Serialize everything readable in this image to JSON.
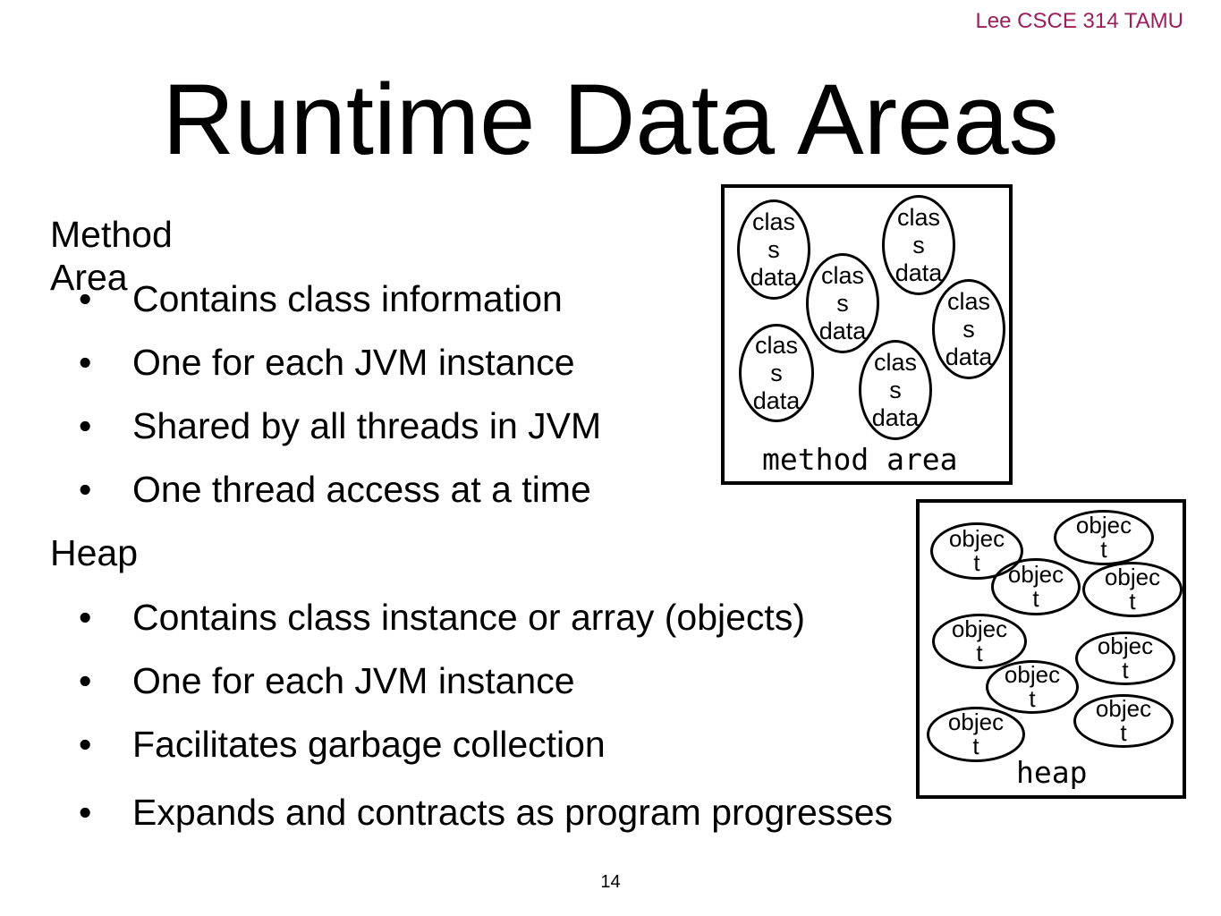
{
  "header": {
    "course": "Lee CSCE 314 TAMU"
  },
  "title": "Runtime Data Areas",
  "sections": [
    {
      "heading": "Method Area",
      "bullets": [
        "Contains class information",
        "One for each JVM instance",
        "Shared by all threads in JVM",
        "One thread access at a time"
      ]
    },
    {
      "heading": "Heap",
      "bullets": [
        "Contains class instance or array (objects)",
        "One for each JVM instance",
        "Facilitates garbage collection",
        "Expands and contracts as program progresses"
      ]
    }
  ],
  "method_area_diagram": {
    "label": "method area",
    "item_text": "clas\ns\ndata"
  },
  "heap_diagram": {
    "label": "heap",
    "item_text": "objec\nt"
  },
  "page_number": "14"
}
